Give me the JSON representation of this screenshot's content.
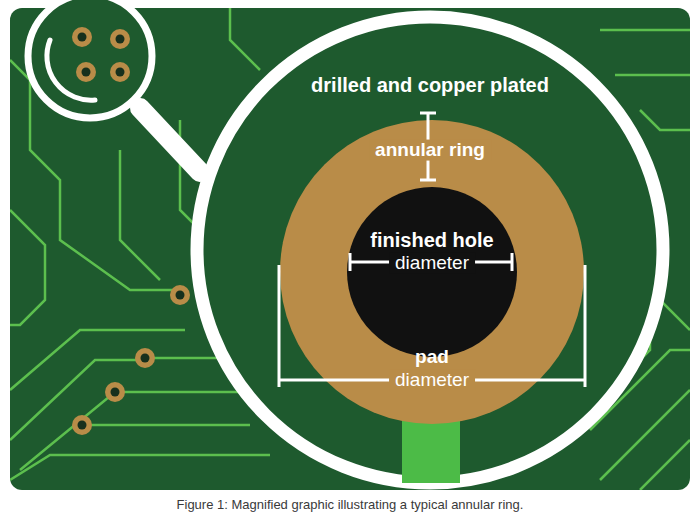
{
  "diagram": {
    "caption": "Figure 1: Magnified graphic illustrating a typical annular ring.",
    "nodes": [
      {
        "text": [
          "drilled and copper plated"
        ]
      },
      {
        "text": [
          "annular ring",
          "pad",
          "diameter"
        ],
        "in": 0
      },
      {
        "text": [
          "finished hole",
          "diameter"
        ],
        "in": 1
      }
    ]
  }
}
